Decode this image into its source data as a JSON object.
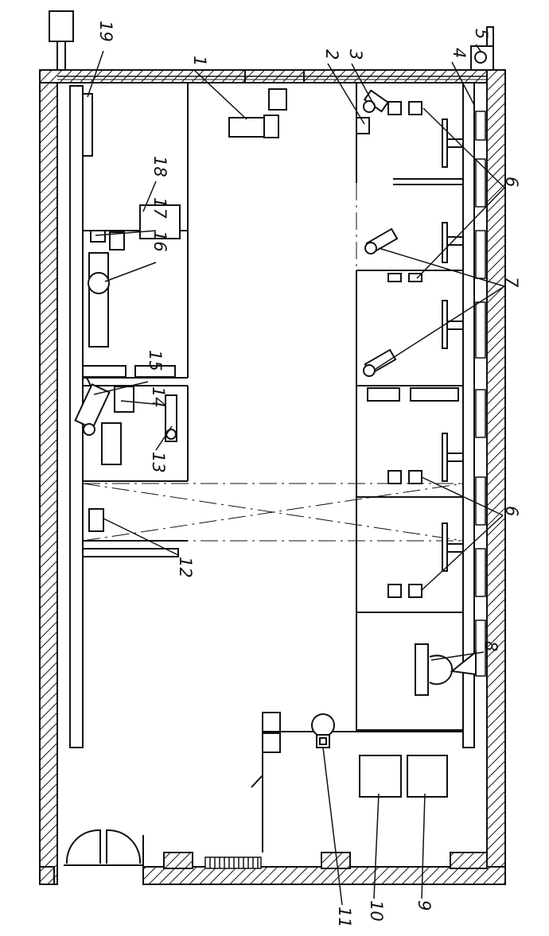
{
  "labels": {
    "l1": "1",
    "l2": "2",
    "l3": "3",
    "l4": "4",
    "l5": "5",
    "l6a": "6",
    "l6b": "6",
    "l7": "7",
    "l8": "8",
    "l9": "9",
    "l10": "10",
    "l11": "11",
    "l12": "12",
    "l13": "13",
    "l14": "14",
    "l15": "15",
    "l16": "16",
    "l17": "17",
    "l18": "18",
    "l19": "19"
  }
}
